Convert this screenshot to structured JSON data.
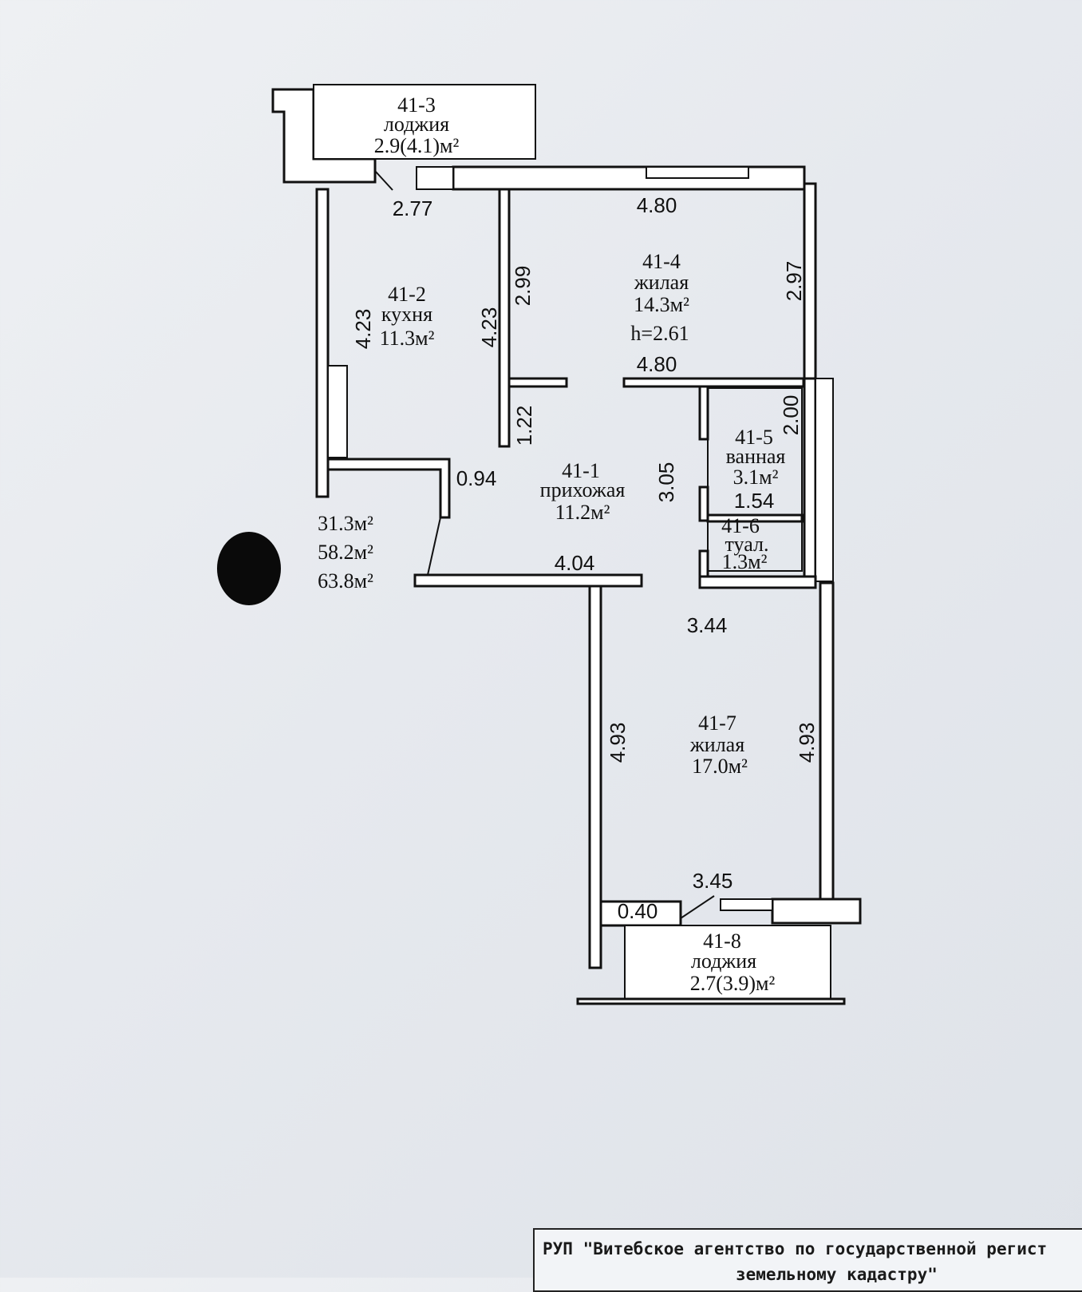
{
  "rooms": [
    {
      "id": "41-3",
      "name": "лоджия",
      "area": "2.9(4.1)м²"
    },
    {
      "id": "41-2",
      "name": "кухня",
      "area": "11.3м²"
    },
    {
      "id": "41-4",
      "name": "жилая",
      "area": "14.3м²",
      "height": "h=2.61"
    },
    {
      "id": "41-5",
      "name": "ванная",
      "area": "3.1м²"
    },
    {
      "id": "41-6",
      "name": "туал.",
      "area": "1.3м²"
    },
    {
      "id": "41-1",
      "name": "прихожая",
      "area": "11.2м²"
    },
    {
      "id": "41-7",
      "name": "жилая",
      "area": "17.0м²"
    },
    {
      "id": "41-8",
      "name": "лоджия",
      "area": "2.7(3.9)м²"
    }
  ],
  "dimensions": [
    "2.77",
    "4.80",
    "2.99",
    "4.23",
    "4.23",
    "2.97",
    "4.80",
    "1.22",
    "2.00",
    "0.94",
    "3.05",
    "1.54",
    "4.04",
    "3.44",
    "4.93",
    "4.93",
    "3.45",
    "0.40"
  ],
  "totals": [
    "31.3м²",
    "58.2м²",
    "63.8м²"
  ],
  "stamp": {
    "line1": "РУП \"Витебское агентство по государственной регист",
    "line2": "земельному кадастру\""
  }
}
